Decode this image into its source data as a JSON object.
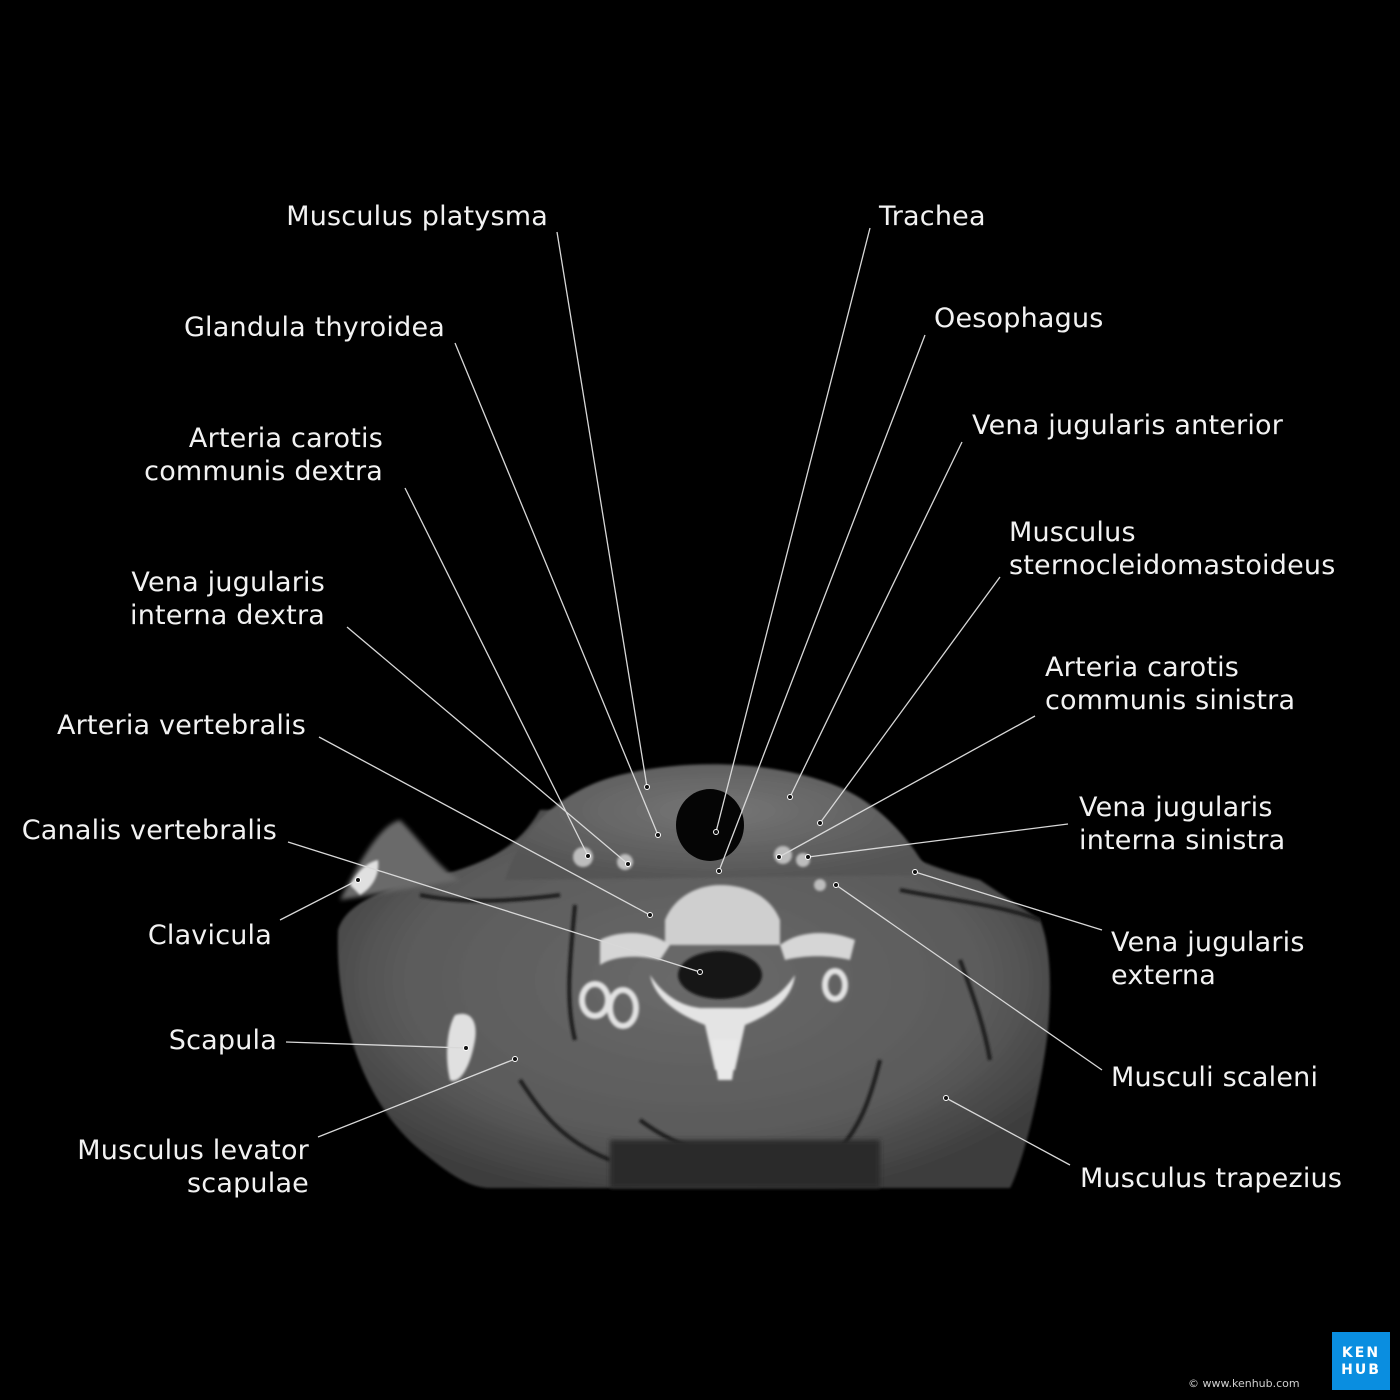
{
  "labels": {
    "musculus_platysma": [
      "Musculus platysma"
    ],
    "glandula_thyroidea": [
      "Glandula thyroidea"
    ],
    "arteria_carotis_dextra": [
      "Arteria carotis",
      "communis dextra"
    ],
    "vena_jugularis_interna_dextra": [
      "Vena jugularis",
      "interna dextra"
    ],
    "arteria_vertebralis": [
      "Arteria vertebralis"
    ],
    "canalis_vertebralis": [
      "Canalis vertebralis"
    ],
    "clavicula": [
      "Clavicula"
    ],
    "scapula": [
      "Scapula"
    ],
    "musculus_levator_scapulae": [
      "Musculus levator",
      "scapulae"
    ],
    "trachea": [
      "Trachea"
    ],
    "oesophagus": [
      "Oesophagus"
    ],
    "vena_jugularis_anterior": [
      "Vena jugularis anterior"
    ],
    "musculus_sternocleidomastoideus": [
      "Musculus",
      "sternocleidomastoideus"
    ],
    "arteria_carotis_sinistra": [
      "Arteria carotis",
      "communis sinistra"
    ],
    "vena_jugularis_interna_sinistra": [
      "Vena jugularis",
      "interna sinistra"
    ],
    "vena_jugularis_externa": [
      "Vena jugularis",
      "externa"
    ],
    "musculi_scaleni": [
      "Musculi scaleni"
    ],
    "musculus_trapezius": [
      "Musculus trapezius"
    ]
  },
  "credit": "© www.kenhub.com",
  "logo": [
    "KEN",
    "HUB"
  ],
  "colors": {
    "background": "#000000",
    "text": "#f2f2f2",
    "leader": "#d8d8d8",
    "logo": "#0a8ee0"
  }
}
